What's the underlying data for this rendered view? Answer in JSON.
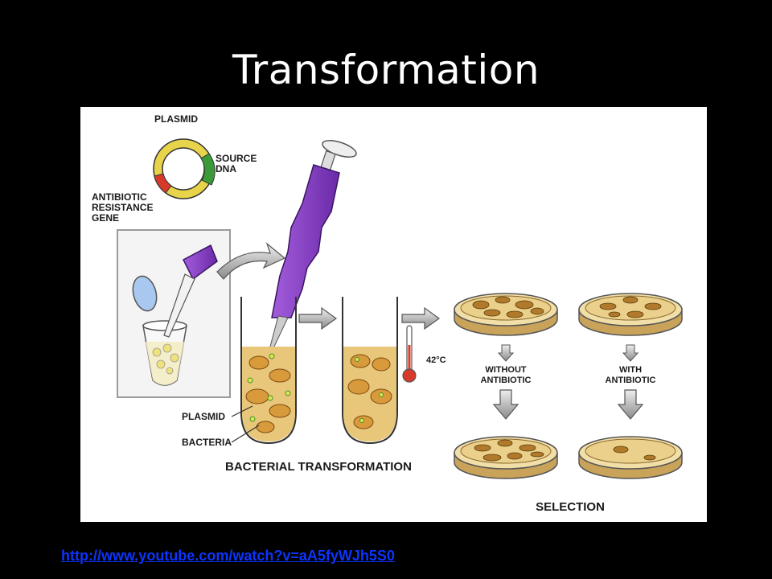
{
  "slide": {
    "title": "Transformation",
    "link_text": "http://www.youtube.com/watch?v=aA5fyWJh5S0"
  },
  "figure": {
    "labels": {
      "plasmid_top": "PLASMID",
      "source_dna_line1": "SOURCE",
      "source_dna_line2": "DNA",
      "antibiotic_line1": "ANTIBIOTIC",
      "antibiotic_line2": "RESISTANCE",
      "antibiotic_line3": "GENE",
      "plasmid_pointer": "PLASMID",
      "bacteria_pointer": "BACTERIA",
      "temperature": "42°C",
      "bacterial_transformation": "BACTERIAL TRANSFORMATION",
      "without_line1": "WITHOUT",
      "without_line2": "ANTIBIOTIC",
      "with_line1": "WITH",
      "with_line2": "ANTIBIOTIC",
      "selection": "SELECTION"
    }
  },
  "colors": {
    "plasmid_ring": "#e8d44a",
    "source_dna": "#3a9a3a",
    "resistance_gene": "#d63a2a",
    "pipette": "#8a3ec8",
    "bacteria_fill": "#d89a3a",
    "culture_medium": "#e9c77a",
    "link": "#0b34ff"
  }
}
